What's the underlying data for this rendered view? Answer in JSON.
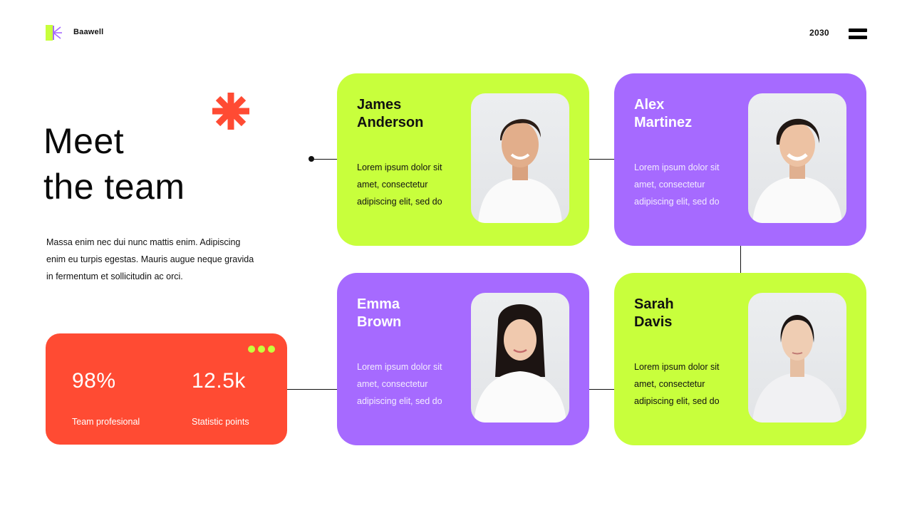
{
  "header": {
    "brand": "Baawell",
    "year": "2030",
    "menu_icon": "hamburger-icon",
    "logo_icon": "k-logo-icon"
  },
  "colors": {
    "lime": "#c8ff3c",
    "purple": "#a66aff",
    "orange": "#ff4b33",
    "text": "#111111"
  },
  "hero": {
    "title_line1": "Meet",
    "title_line2": "the team",
    "description": "Massa enim nec dui nunc mattis enim. Adipiscing enim eu turpis egestas. Mauris augue neque gravida in fermentum et sollicitudin ac orci.",
    "decoration_icon": "asterisk-icon"
  },
  "stats": [
    {
      "value": "98%",
      "label": "Team profesional"
    },
    {
      "value": "12.5k",
      "label": "Statistic points"
    }
  ],
  "team": [
    {
      "first": "James",
      "last": "Anderson",
      "bio": "Lorem ipsum dolor sit amet, consectetur adipiscing elit, sed do",
      "color": "lime"
    },
    {
      "first": "Alex",
      "last": "Martinez",
      "bio": "Lorem ipsum dolor sit amet, consectetur adipiscing elit, sed do",
      "color": "purple"
    },
    {
      "first": "Emma",
      "last": "Brown",
      "bio": "Lorem ipsum dolor sit amet, consectetur adipiscing elit, sed do",
      "color": "purple"
    },
    {
      "first": "Sarah",
      "last": "Davis",
      "bio": "Lorem ipsum dolor sit amet, consectetur adipiscing elit, sed do",
      "color": "lime"
    }
  ]
}
